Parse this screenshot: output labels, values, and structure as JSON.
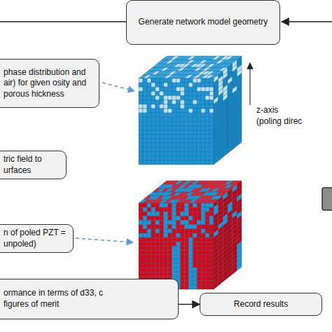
{
  "diagram": {
    "nodes": [
      {
        "text": [
          "Generate network model geometry"
        ]
      },
      {
        "text": [
          "phase distribution and air) for given osity and porous hickness"
        ]
      },
      {
        "text": [
          "tric field to urfaces"
        ]
      },
      {
        "text": [
          "n of poled PZT = unpoled)"
        ]
      },
      {
        "text": [
          "ormance in terms of d33, c figures of merit"
        ]
      },
      {
        "text": [
          "Record results"
        ]
      }
    ],
    "edges": [
      {
        "from": 4,
        "to": 5,
        "arrow": "to"
      }
    ],
    "labels": [
      "z-axis",
      "(poling direc"
    ]
  }
}
